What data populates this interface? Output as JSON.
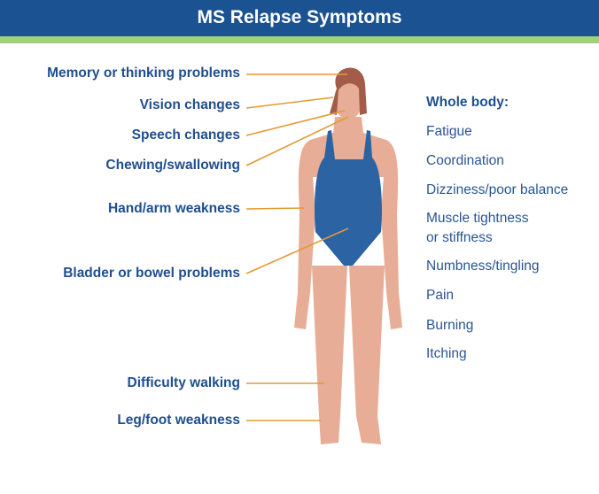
{
  "title": "MS Relapse Symptoms",
  "left_labels": [
    "Memory or thinking problems",
    "Vision changes",
    "Speech changes",
    "Chewing/swallowing",
    "Hand/arm weakness",
    "Bladder or bowel problems",
    "Difficulty walking",
    "Leg/foot weakness"
  ],
  "whole_body": {
    "heading": "Whole body:",
    "items": [
      "Fatigue",
      "Coordination",
      "Dizziness/poor balance",
      "Muscle tightness",
      "or stiffness",
      "Numbness/tingling",
      "Pain",
      "Burning",
      "Itching"
    ]
  },
  "colors": {
    "header": "#1a5292",
    "accent": "#9fd27b",
    "leader": "#e39a35",
    "text": "#1f4f8f",
    "skin": "#e8ad96",
    "swimsuit": "#2b63a3",
    "hair": "#a45c4a"
  }
}
